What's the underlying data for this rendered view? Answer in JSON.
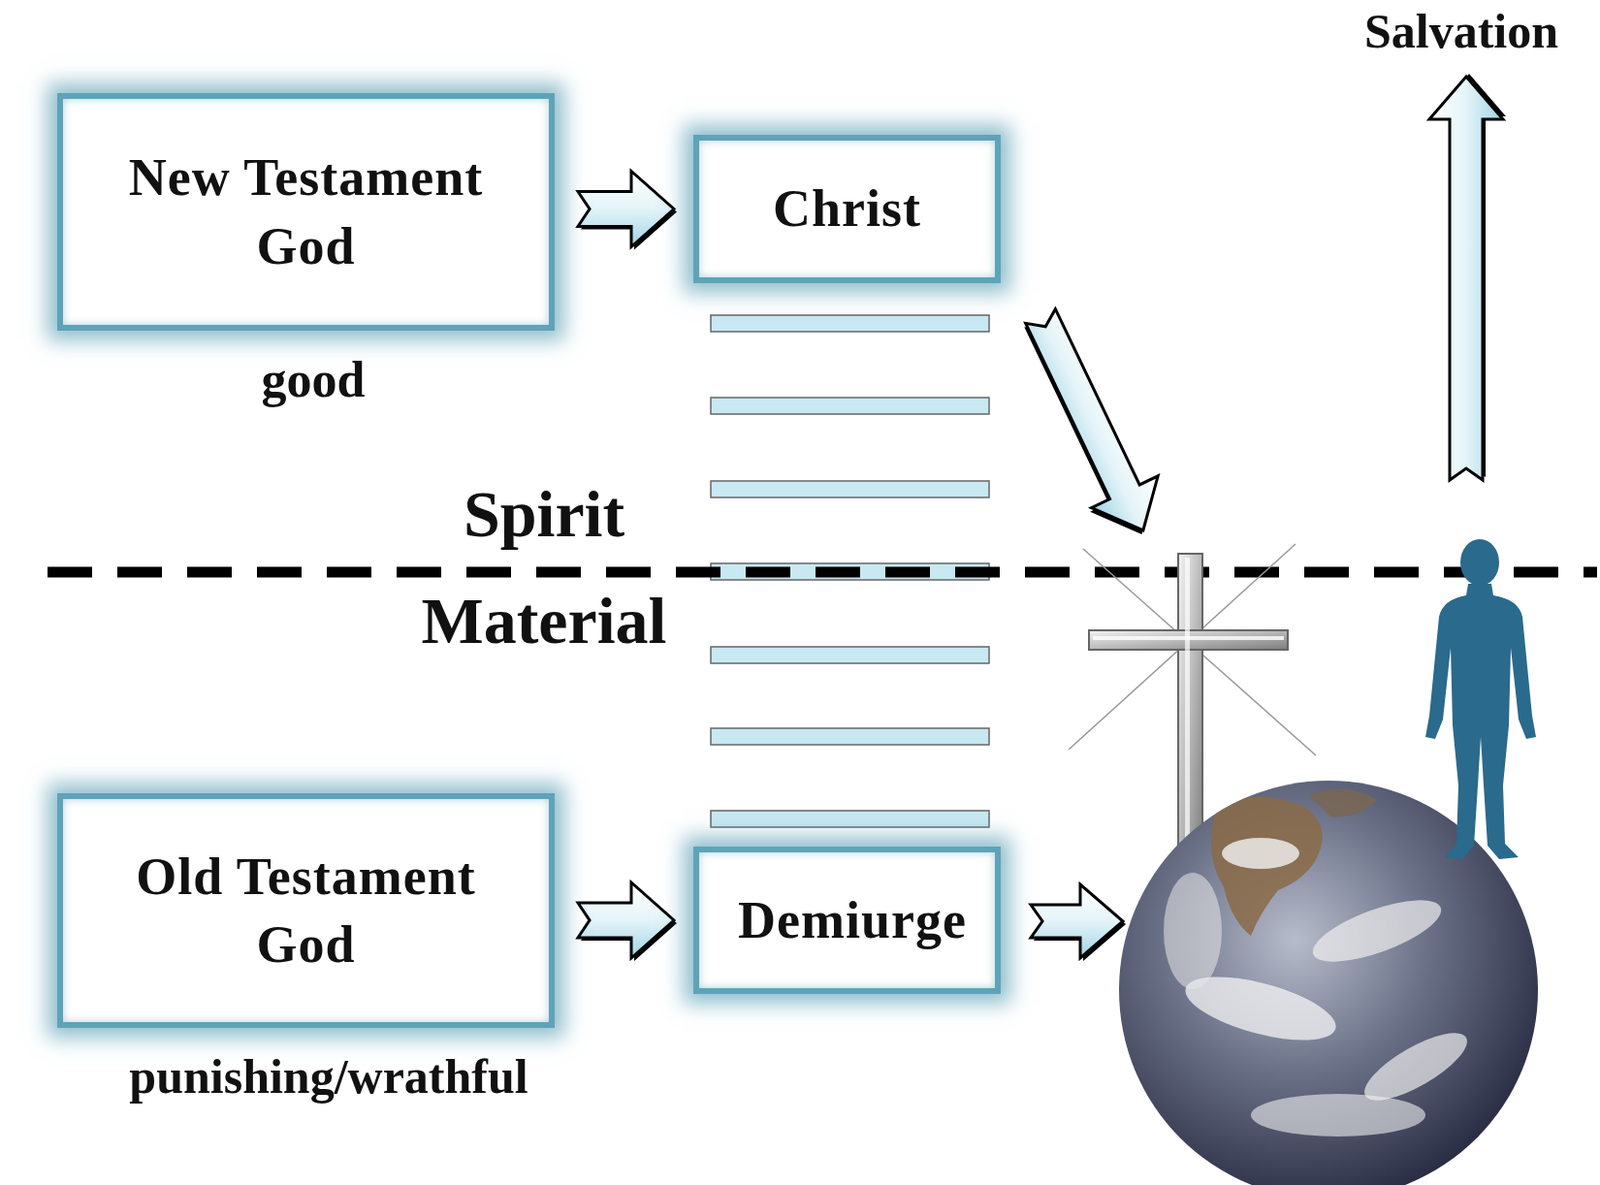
{
  "diagram": {
    "nodes": [
      {
        "text": [
          "New Testament God"
        ]
      },
      {
        "text": [
          "Christ"
        ]
      },
      {
        "text": [
          "Old Testament God"
        ]
      },
      {
        "text": [
          "Demiurge"
        ]
      }
    ],
    "edges": [
      {
        "from": 0,
        "to": 1,
        "arrow": "to"
      },
      {
        "from": 2,
        "to": 3,
        "arrow": "to"
      }
    ],
    "labels": [
      "Salvation",
      "good",
      "Spirit",
      "Material",
      "punishing/wrathful"
    ]
  }
}
